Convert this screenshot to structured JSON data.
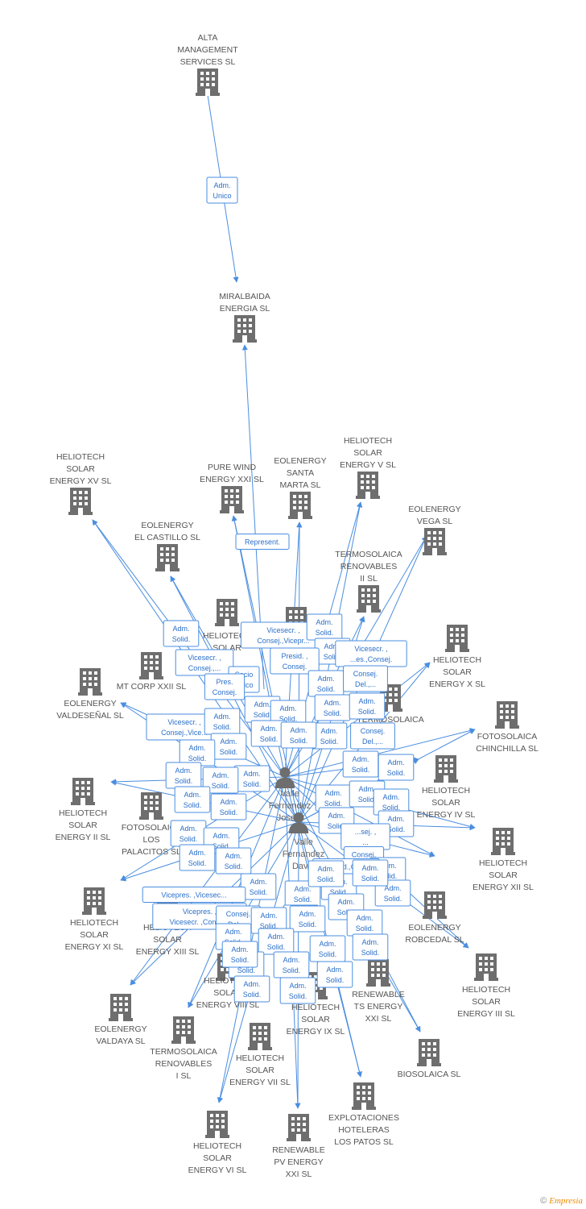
{
  "colors": {
    "edge": "#4a8ee0",
    "icon": "#6e6e6e",
    "label": "#555555",
    "person": "#666666"
  },
  "icons": {
    "company": "building-icon",
    "person": "person-icon"
  },
  "people": [
    {
      "id": "p1",
      "lines": [
        "Valle",
        "Fernandez",
        "Jose..."
      ]
    },
    {
      "id": "p2",
      "lines": [
        "Valle",
        "Fernandez",
        "David"
      ]
    }
  ],
  "companies": [
    {
      "id": "alta",
      "lines": [
        "ALTA",
        "MANAGEMENT",
        "SERVICES SL"
      ]
    },
    {
      "id": "miralbaida",
      "lines": [
        "MIRALBAIDA",
        "ENERGIA SL"
      ]
    },
    {
      "id": "helio15",
      "lines": [
        "HELIOTECH",
        "SOLAR",
        "ENERGY XV SL"
      ]
    },
    {
      "id": "purewind",
      "lines": [
        "PURE WIND",
        "ENERGY XXI SL"
      ]
    },
    {
      "id": "santamarta",
      "lines": [
        "EOLENERGY",
        "SANTA",
        "MARTA SL"
      ]
    },
    {
      "id": "helio5",
      "lines": [
        "HELIOTECH",
        "SOLAR",
        "ENERGY V SL"
      ]
    },
    {
      "id": "vega",
      "lines": [
        "EOLENERGY",
        "VEGA SL"
      ]
    },
    {
      "id": "castillo",
      "lines": [
        "EOLENERGY",
        "EL CASTILLO SL"
      ]
    },
    {
      "id": "termo2",
      "lines": [
        "TERMOSOLAICA",
        "RENOVABLES",
        "II SL"
      ]
    },
    {
      "id": "helio10",
      "lines": [
        "HELIOTECH",
        "SOLAR",
        "ENERGY X SL"
      ]
    },
    {
      "id": "mt22",
      "lines": [
        "MT CORP XXII SL"
      ]
    },
    {
      "id": "valdesenal",
      "lines": [
        "EOLENERGY",
        "VALDESEÑAL SL"
      ]
    },
    {
      "id": "chinchilla",
      "lines": [
        "FOTOSOLAICA",
        "CHINCHILLA SL"
      ]
    },
    {
      "id": "helio2",
      "lines": [
        "HELIOTECH",
        "SOLAR",
        "ENERGY II SL"
      ]
    },
    {
      "id": "palacitos",
      "lines": [
        "FOTOSOLAICA",
        "LOS",
        "PALACITOS SL"
      ]
    },
    {
      "id": "helio4",
      "lines": [
        "HELIOTECH",
        "SOLAR",
        "ENERGY IV SL"
      ]
    },
    {
      "id": "helio12",
      "lines": [
        "HELIOTECH",
        "SOLAR",
        "ENERGY XII SL"
      ]
    },
    {
      "id": "helio11",
      "lines": [
        "HELIOTECH",
        "SOLAR",
        "ENERGY XI SL"
      ]
    },
    {
      "id": "helio13",
      "lines": [
        "HELIOTECH",
        "SOLAR",
        "ENERGY XIII SL"
      ]
    },
    {
      "id": "robcedal",
      "lines": [
        "EOLENERGY",
        "ROBCEDAL SL"
      ]
    },
    {
      "id": "helio3",
      "lines": [
        "HELIOTECH",
        "SOLAR",
        "ENERGY III SL"
      ]
    },
    {
      "id": "valdaya",
      "lines": [
        "EOLENERGY",
        "VALDAYA SL"
      ]
    },
    {
      "id": "renew_ts",
      "lines": [
        "RENEWABLE",
        "TS ENERGY",
        "XXI SL"
      ]
    },
    {
      "id": "helio9",
      "lines": [
        "HELIOTECH",
        "SOLAR",
        "ENERGY IX SL"
      ]
    },
    {
      "id": "termo1",
      "lines": [
        "TERMOSOLAICA",
        "RENOVABLES",
        "I SL"
      ]
    },
    {
      "id": "helio7",
      "lines": [
        "HELIOTECH",
        "SOLAR",
        "ENERGY VII SL"
      ]
    },
    {
      "id": "biosolaica",
      "lines": [
        "BIOSOLAICA SL"
      ]
    },
    {
      "id": "patos",
      "lines": [
        "EXPLOTACIONES",
        "HOTELERAS",
        "LOS PATOS SL"
      ]
    },
    {
      "id": "helio6",
      "lines": [
        "HELIOTECH",
        "SOLAR",
        "ENERGY VI SL"
      ]
    },
    {
      "id": "renew_pv",
      "lines": [
        "RENEWABLE",
        "PV ENERGY",
        "XXI SL"
      ]
    },
    {
      "id": "helio8",
      "lines": [
        "HELIOTECH",
        "SOLAR",
        "ENERGY VIII SL"
      ]
    },
    {
      "id": "hidden1",
      "lines": [
        "HELIOTECH",
        "SOLAR"
      ]
    },
    {
      "id": "hidden2",
      "lines": [
        "TERMOSOLAICA"
      ]
    },
    {
      "id": "hidden3",
      "lines": [
        "HELIOTECH"
      ]
    }
  ],
  "edge_labels": [
    {
      "id": "e_alta",
      "lines": [
        "Adm.",
        "Unico"
      ]
    },
    {
      "id": "e_repr",
      "lines": [
        "Represent."
      ]
    },
    {
      "id": "l01",
      "lines": [
        "Adm.",
        "Solid."
      ]
    },
    {
      "id": "l02",
      "lines": [
        "Vicesecr. ,",
        "Consej.,Vicepr..."
      ]
    },
    {
      "id": "l03",
      "lines": [
        "Adm.",
        "Solid."
      ]
    },
    {
      "id": "l04",
      "lines": [
        "Adm.",
        "Solid."
      ]
    },
    {
      "id": "l05",
      "lines": [
        "Vicesecr. ,",
        "Consej.,..."
      ]
    },
    {
      "id": "l06",
      "lines": [
        "Presid. ,",
        "Consej."
      ]
    },
    {
      "id": "l07",
      "lines": [
        "Vicesecr. ,",
        "...es.,Consej."
      ]
    },
    {
      "id": "l08",
      "lines": [
        "Socio",
        "Único"
      ]
    },
    {
      "id": "l09",
      "lines": [
        "Pres.",
        "Consej."
      ]
    },
    {
      "id": "l10",
      "lines": [
        "Adm.",
        "Solid."
      ]
    },
    {
      "id": "l11",
      "lines": [
        "Consej.",
        "Del.,..."
      ]
    },
    {
      "id": "l12",
      "lines": [
        "Adm.",
        "Solid."
      ]
    },
    {
      "id": "l13",
      "lines": [
        "Adm.",
        "Solid."
      ]
    },
    {
      "id": "l14",
      "lines": [
        "Adm.",
        "Solid."
      ]
    },
    {
      "id": "l15",
      "lines": [
        "Vicesecr. ,",
        "Consej.,Vice..."
      ]
    },
    {
      "id": "l16",
      "lines": [
        "Adm.",
        "Solid."
      ]
    },
    {
      "id": "l17",
      "lines": [
        "Adm.",
        "Solid."
      ]
    },
    {
      "id": "l18",
      "lines": [
        "Adm.",
        "Solid."
      ]
    },
    {
      "id": "l19",
      "lines": [
        "Adm.",
        "Solid."
      ]
    },
    {
      "id": "l20",
      "lines": [
        "Adm.",
        "Solid."
      ]
    },
    {
      "id": "l21",
      "lines": [
        "Consej.",
        "Del.,..."
      ]
    },
    {
      "id": "l22",
      "lines": [
        "Adm.",
        "Solid."
      ]
    },
    {
      "id": "l23",
      "lines": [
        "Adm.",
        "Solid."
      ]
    },
    {
      "id": "l24",
      "lines": [
        "Adm.",
        "Solid."
      ]
    },
    {
      "id": "l25",
      "lines": [
        "Adm.",
        "Solid."
      ]
    },
    {
      "id": "l26",
      "lines": [
        "Adm.",
        "Solid."
      ]
    },
    {
      "id": "l27",
      "lines": [
        "Adm.",
        "Solid."
      ]
    },
    {
      "id": "l28",
      "lines": [
        "Adm.",
        "Solid."
      ]
    },
    {
      "id": "l29",
      "lines": [
        "Adm.",
        "Solid."
      ]
    },
    {
      "id": "l30",
      "lines": [
        "Adm.",
        "Solid."
      ]
    },
    {
      "id": "l31",
      "lines": [
        "Adm.",
        "Solid."
      ]
    },
    {
      "id": "l32",
      "lines": [
        "Adm.",
        "Solid."
      ]
    },
    {
      "id": "l33",
      "lines": [
        "Adm.",
        "Solid."
      ]
    },
    {
      "id": "l34",
      "lines": [
        "Adm.",
        "Solid."
      ]
    },
    {
      "id": "l35",
      "lines": [
        "Adm.",
        "Solid."
      ]
    },
    {
      "id": "l36",
      "lines": [
        "Adm.",
        "Solid."
      ]
    },
    {
      "id": "l37",
      "lines": [
        "Adm.",
        "Solid."
      ]
    },
    {
      "id": "l38",
      "lines": [
        "Adm.",
        "Solid."
      ]
    },
    {
      "id": "l39",
      "lines": [
        "Adm.",
        "Solid."
      ]
    },
    {
      "id": "l40",
      "lines": [
        "...sej. ,",
        "..."
      ]
    },
    {
      "id": "l41",
      "lines": [
        "Consej."
      ]
    },
    {
      "id": "l42",
      "lines": [
        "Adm.",
        "Solid."
      ]
    },
    {
      "id": "l43",
      "lines": [
        "Adm.",
        "Solid."
      ]
    },
    {
      "id": "l44",
      "lines": [
        "Adm.",
        "Solid."
      ]
    },
    {
      "id": "l45",
      "lines": [
        "Adm.",
        "Solid."
      ]
    },
    {
      "id": "l46",
      "lines": [
        "Vicepres. ,Vicesec..."
      ]
    },
    {
      "id": "l47",
      "lines": [
        "Presid.,Co..."
      ]
    },
    {
      "id": "l48",
      "lines": [
        "Adm.",
        "Solid."
      ]
    },
    {
      "id": "l49",
      "lines": [
        "Adm.",
        "Solid."
      ]
    },
    {
      "id": "l50",
      "lines": [
        "Adm.",
        "Solid."
      ]
    },
    {
      "id": "l51",
      "lines": [
        "Vicepres. ,",
        "Vicesecr. ,Conse..."
      ]
    },
    {
      "id": "l52",
      "lines": [
        "Consej.",
        "Del.,..."
      ]
    },
    {
      "id": "l53",
      "lines": [
        "Adm.",
        "Solid."
      ]
    },
    {
      "id": "l54",
      "lines": [
        "Adm.",
        "Solid."
      ]
    },
    {
      "id": "l55",
      "lines": [
        "Adm.",
        "Solid."
      ]
    },
    {
      "id": "l56",
      "lines": [
        "Adm.",
        "Solid."
      ]
    },
    {
      "id": "l57",
      "lines": [
        "Adm.",
        "Solid."
      ]
    },
    {
      "id": "l58",
      "lines": [
        "Adm.",
        "Solid."
      ]
    },
    {
      "id": "l59",
      "lines": [
        "Adm.",
        "Solid."
      ]
    },
    {
      "id": "l60",
      "lines": [
        "Adm.",
        "Solid."
      ]
    },
    {
      "id": "l61",
      "lines": [
        "Adm.",
        "Solid."
      ]
    },
    {
      "id": "l62",
      "lines": [
        "Adm.",
        "Solid."
      ]
    },
    {
      "id": "l63",
      "lines": [
        "Adm.",
        "Solid."
      ]
    },
    {
      "id": "l64",
      "lines": [
        "Adm.",
        "Solid."
      ]
    },
    {
      "id": "l65",
      "lines": [
        "Adm.",
        "Solid."
      ]
    },
    {
      "id": "l66",
      "lines": [
        "Adm.",
        "Solid."
      ]
    },
    {
      "id": "l67",
      "lines": [
        "Adm.",
        "Solid."
      ]
    }
  ],
  "watermark": {
    "symbol": "©",
    "brand": "Empresia"
  }
}
